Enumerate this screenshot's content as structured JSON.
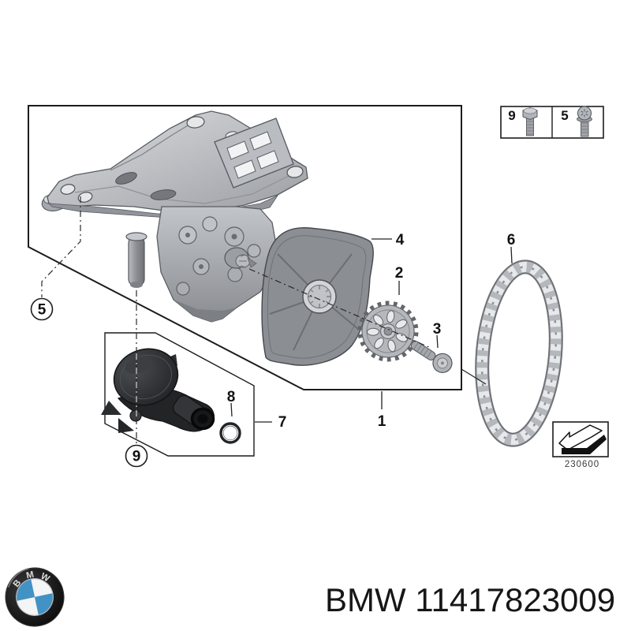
{
  "title": {
    "full": "BMW 11417823009"
  },
  "logo": {
    "b": "B",
    "m": "M",
    "w": "W"
  },
  "stamp": {
    "code": "230600"
  },
  "fastener_box": {
    "bolt9_label": "9",
    "bolt5_label": "5"
  },
  "callouts": {
    "c1": "1",
    "c2": "2",
    "c3": "3",
    "c4": "4",
    "c5": "5",
    "c6": "6",
    "c7": "7",
    "c8": "8",
    "c9": "9"
  },
  "colors": {
    "line": "#1c1c1c",
    "metal_light": "#d3d5d9",
    "metal_mid": "#a9acb1",
    "metal_dark": "#6e7175",
    "part_black": "#2b2d30",
    "bmw_blue": "#4292c6"
  }
}
